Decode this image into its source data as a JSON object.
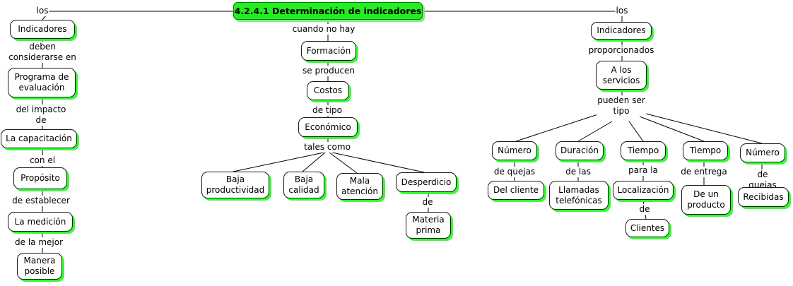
{
  "title": "4.2.4.1 Determinación de indicadores",
  "colors": {
    "root_fill": "#22ee22",
    "node_shadow": "#33ff33",
    "line": "#000000"
  },
  "nodes": {
    "indicadores_left": "Indicadores",
    "programa": "Programa de\nevaluación",
    "capacitacion": "La capacitación",
    "proposito": "Propósito",
    "medicion": "La medición",
    "manera": "Manera\nposible",
    "formacion": "Formación",
    "costos": "Costos",
    "economico": "Económico",
    "baja_prod": "Baja\nproductividad",
    "baja_calidad": "Baja\ncalidad",
    "mala_atencion": "Mala\natención",
    "desperdicio": "Desperdicio",
    "materia": "Materia\nprima",
    "indicadores_right": "Indicadores",
    "servicios": "A los\nservicios",
    "numero1": "Número",
    "duracion": "Duración",
    "tiempo1": "Tiempo",
    "tiempo2": "Tiempo",
    "numero2": "Número",
    "del_cliente": "Del cliente",
    "llamadas": "Llamadas\ntelefónicas",
    "localizacion": "Localización",
    "clientes": "Clientes",
    "producto": "De un\nproducto",
    "recibidas": "Recibidas"
  },
  "links": {
    "los_left": "los",
    "deben": "deben\nconsiderarse en",
    "impacto": "del impacto\nde",
    "con_el": "con el",
    "establecer": "de establecer",
    "mejor": "de la mejor",
    "cuando": "cuando no hay",
    "producen": "se producen",
    "de_tipo": "de tipo",
    "tales": "tales como",
    "de_materia": "de",
    "los_right": "los",
    "proporcionados": "proporcionados",
    "pueden": "pueden ser\ntipo",
    "quejas1": "de quejas",
    "de_las": "de las",
    "para_la": "para la",
    "entrega": "de entrega",
    "quejas2": "de quejas",
    "de_clientes": "de"
  }
}
